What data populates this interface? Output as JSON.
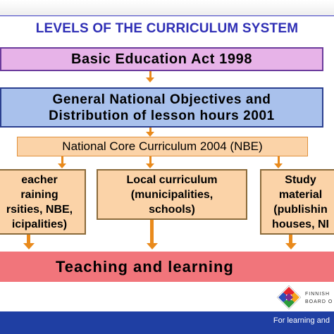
{
  "title": "LEVELS OF THE CURRICULUM SYSTEM",
  "boxes": {
    "basic_act": "Basic Education Act 1998",
    "general_objectives": [
      "General National Objectives and",
      "Distribution of lesson hours 2001"
    ],
    "core_curriculum": "National Core Curriculum 2004 (NBE)",
    "teacher_training": [
      "eacher",
      "raining",
      "rsities, NBE,",
      "icipalities)"
    ],
    "local_curriculum": [
      "Local curriculum",
      "(municipalities,",
      "schools)"
    ],
    "study_material": [
      "Study",
      "material",
      "(publishin",
      "houses, NI"
    ],
    "teaching": "Teaching and learning"
  },
  "logo": {
    "line1": "FINNISH",
    "line2": "BOARD O"
  },
  "footer": {
    "text": "For learning and"
  },
  "colors": {
    "title": "#2f2fb5",
    "basic_act_fill": "#e7b3e8",
    "general_fill": "#a9c1ec",
    "core_fill": "#fbd3a8",
    "teaching_fill": "#f1757b",
    "arrow": "#e98a1c",
    "footer": "#1f3fa3"
  }
}
